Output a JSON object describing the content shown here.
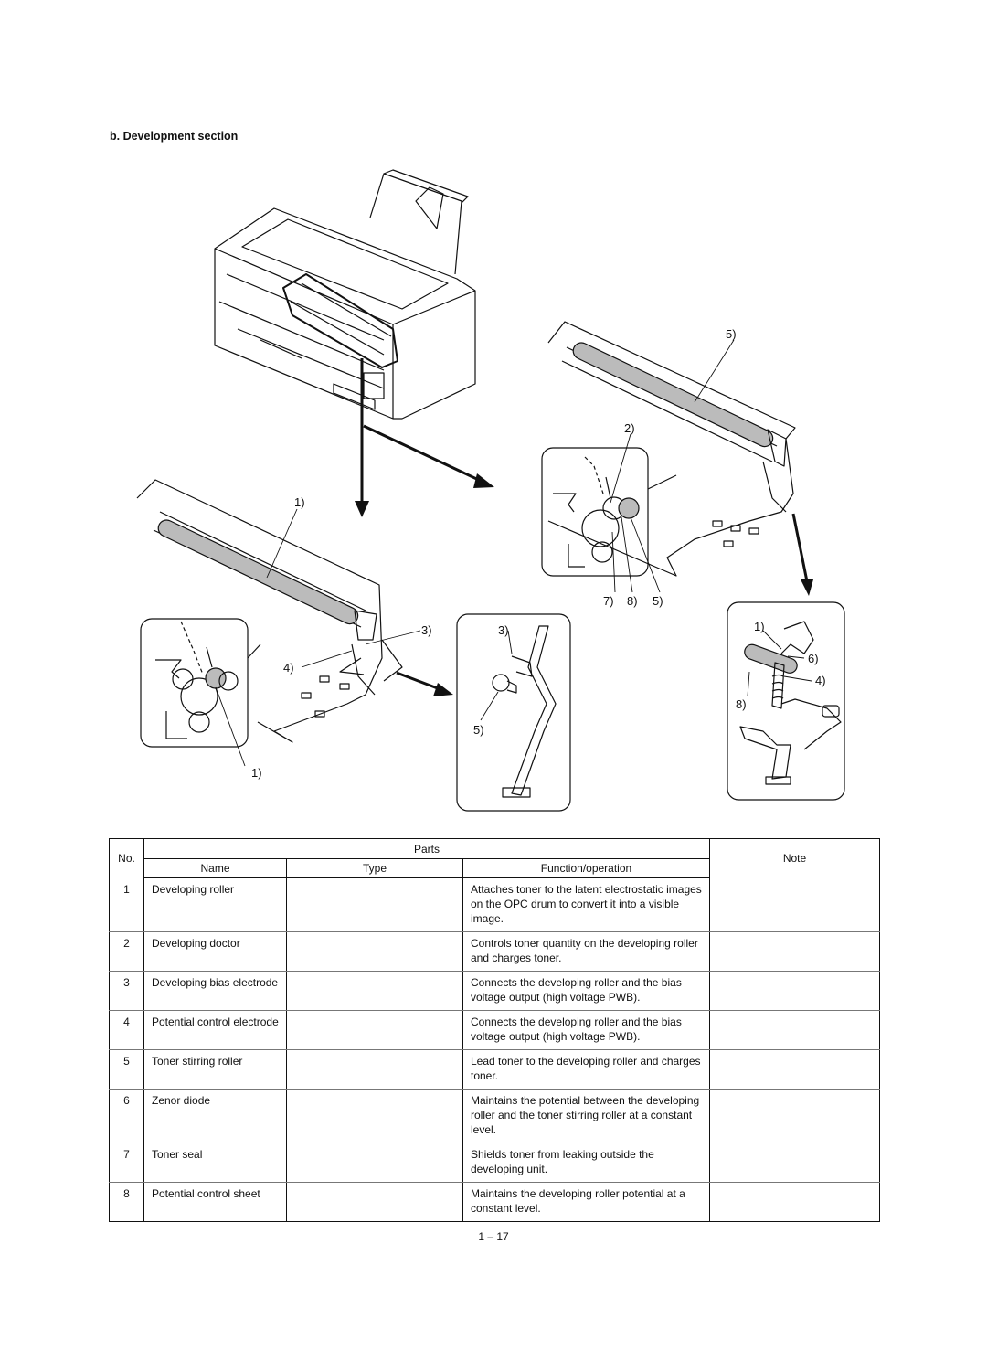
{
  "section_title": "b. Development section",
  "figure": {
    "callouts": [
      "1)",
      "1)",
      "2)",
      "3)",
      "3)",
      "4)",
      "4)",
      "5)",
      "5)",
      "5)",
      "6)",
      "7)",
      "8)",
      "8)",
      "1)"
    ]
  },
  "table": {
    "headers": {
      "no": "No.",
      "parts": "Parts",
      "name": "Name",
      "type": "Type",
      "function": "Function/operation",
      "note": "Note"
    },
    "rows": [
      {
        "no": "1",
        "name": "Developing roller",
        "type": "",
        "function": "Attaches toner to the latent electrostatic images on the OPC drum to convert it into a visible image.",
        "note": ""
      },
      {
        "no": "2",
        "name": "Developing doctor",
        "type": "",
        "function": "Controls toner quantity on the developing roller and charges toner.",
        "note": ""
      },
      {
        "no": "3",
        "name": "Developing bias electrode",
        "type": "",
        "function": "Connects the developing roller and the bias voltage output (high voltage PWB).",
        "note": ""
      },
      {
        "no": "4",
        "name": "Potential control electrode",
        "type": "",
        "function": "Connects the developing roller and the bias voltage output (high voltage PWB).",
        "note": ""
      },
      {
        "no": "5",
        "name": "Toner stirring roller",
        "type": "",
        "function": "Lead toner to the developing roller and charges toner.",
        "note": ""
      },
      {
        "no": "6",
        "name": "Zenor diode",
        "type": "",
        "function": "Maintains the potential between the developing roller and the toner stirring roller at a constant level.",
        "note": ""
      },
      {
        "no": "7",
        "name": "Toner seal",
        "type": "",
        "function": "Shields toner from leaking outside the developing unit.",
        "note": ""
      },
      {
        "no": "8",
        "name": "Potential control sheet",
        "type": "",
        "function": "Maintains the developing roller potential at a constant level.",
        "note": ""
      }
    ]
  },
  "page_number": "1 – 17"
}
